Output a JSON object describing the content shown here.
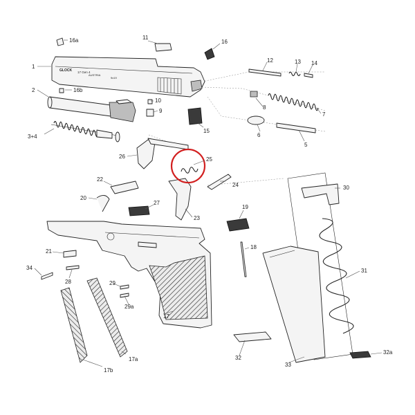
{
  "slide_markings": {
    "brand": "GLOCK",
    "model": "17 Gen 4",
    "country": "AUSTRIA",
    "caliber": "9x19"
  },
  "highlight": {
    "part": "25",
    "color": "#d21f1f"
  },
  "callouts": {
    "c1": "1",
    "c2": "2",
    "c3_4": "3+4",
    "c5": "5",
    "c6": "6",
    "c7": "7",
    "c8": "8",
    "c9": "9",
    "c10": "10",
    "c11": "11",
    "c12": "12",
    "c13": "13",
    "c14": "14",
    "c15": "15",
    "c16": "16",
    "c16a": "16a",
    "c16b": "16b",
    "c17_frame": "17",
    "c17a": "17a",
    "c17b": "17b",
    "c19": "19",
    "c18": "18",
    "c20": "20",
    "c21": "21",
    "c22": "22",
    "c23": "23",
    "c24": "24",
    "c25": "25",
    "c26": "26",
    "c27": "27",
    "c28": "28",
    "c29": "29",
    "c29a": "29a",
    "c30": "30",
    "c31": "31",
    "c32": "32",
    "c32a": "32a",
    "c33": "33",
    "c34": "34"
  }
}
